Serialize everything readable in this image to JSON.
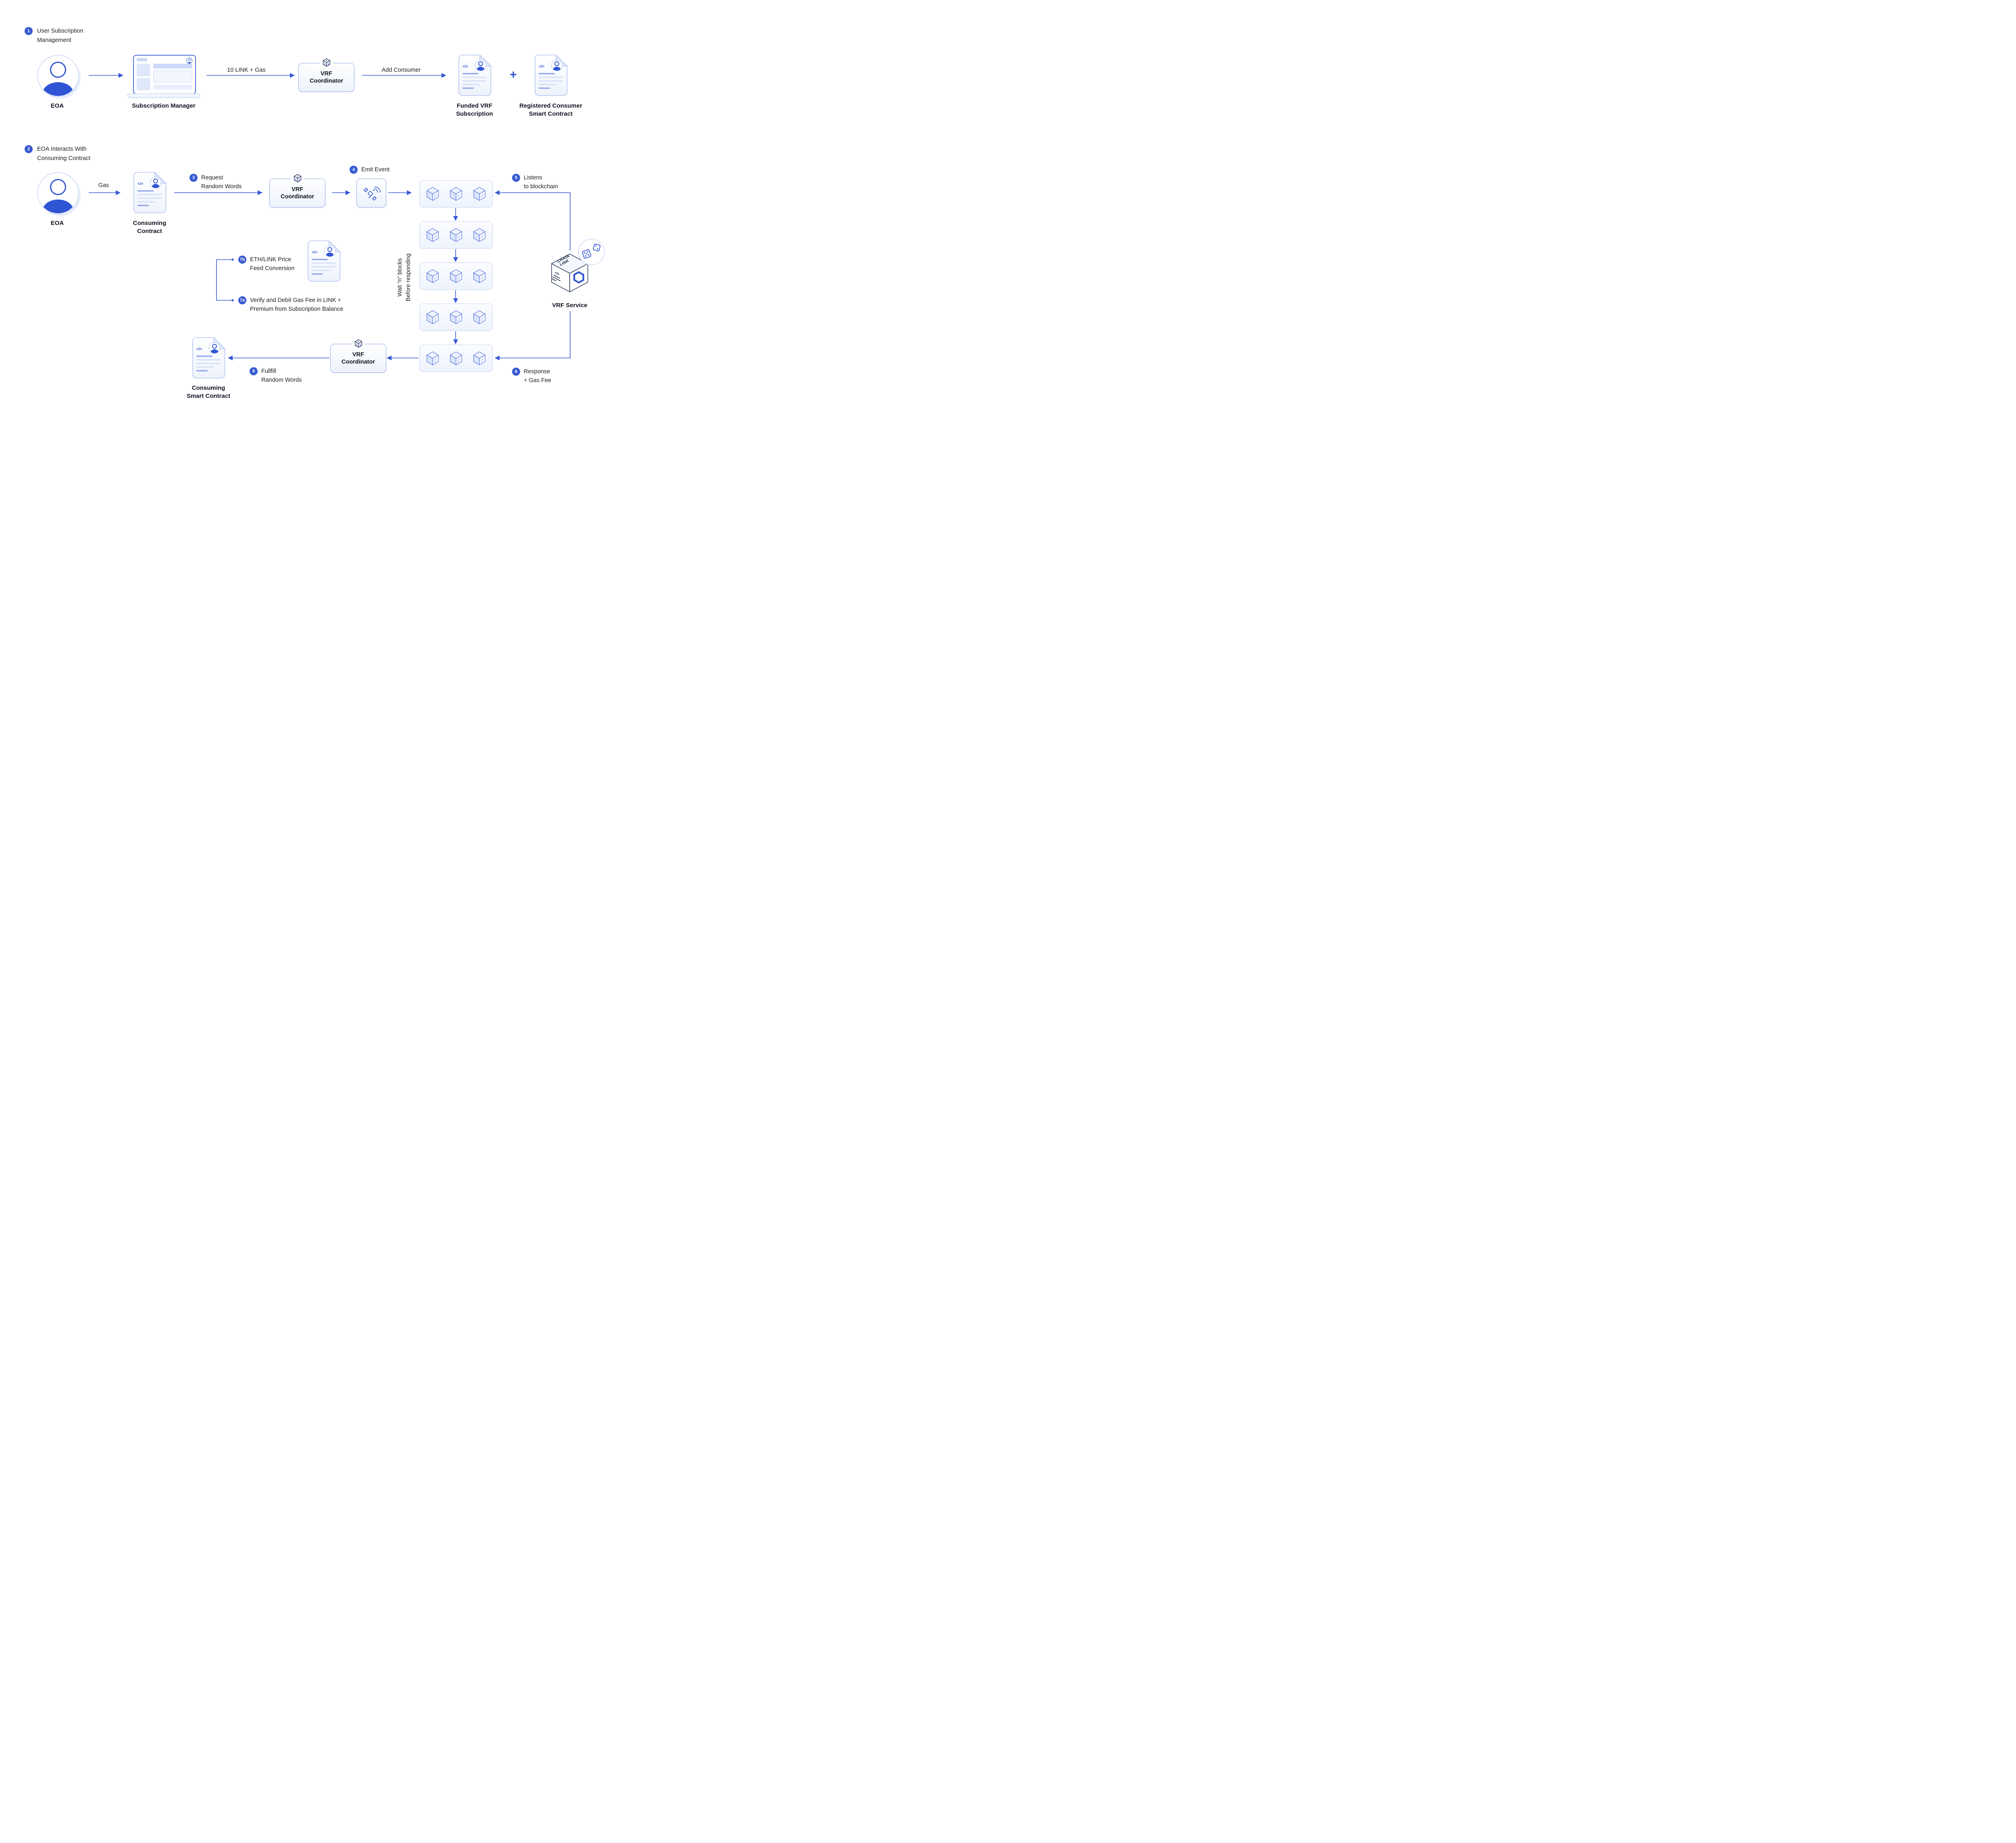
{
  "colors": {
    "accent": "#375BD2",
    "text": "#1b1f27"
  },
  "icons": {
    "code_glyph": "</>"
  },
  "section1": {
    "badge": "1",
    "title": [
      "User Subscription",
      "Management"
    ],
    "nodes": {
      "eoa": "EOA",
      "subscription_manager": "Subscription Manager",
      "vrf_coordinator": [
        "VRF",
        "Coordinator"
      ],
      "funded_subscription": [
        "Funded VRF",
        "Subscription"
      ],
      "plus": "+",
      "registered_consumer": [
        "Registered Consumer",
        "Smart Contract"
      ]
    },
    "edges": {
      "link_gas": "10 LINK + Gas",
      "add_consumer": "Add Consumer"
    }
  },
  "section2": {
    "badge": "2",
    "title": [
      "EOA Interacts With",
      "Consuming Contract"
    ],
    "nodes": {
      "eoa": "EOA",
      "consuming_contract": [
        "Consuming",
        "Contract"
      ],
      "vrf_coordinator_request": [
        "VRF",
        "Coordinator"
      ],
      "vrf_coordinator_fulfill": [
        "VRF",
        "Coordinator"
      ],
      "vrf_service": "VRF Service",
      "chainlink_cube": [
        "CHAIN",
        "LINK"
      ],
      "consuming_smart_contract": [
        "Consuming",
        "Smart Contract"
      ]
    },
    "edges": {
      "gas": "Gas"
    },
    "steps": {
      "s3": {
        "badge": "3",
        "label": [
          "Request",
          "Random Words"
        ]
      },
      "s4": {
        "badge": "4",
        "label": "Emit Event"
      },
      "s5": {
        "badge": "5",
        "label": [
          "Listens",
          "to blockchain"
        ]
      },
      "s6": {
        "badge": "6",
        "label": [
          "Response",
          "+ Gas Fee"
        ]
      },
      "s7a": {
        "badge": "7a",
        "label": [
          "Verify and Debit Gas Fee in LINK +",
          "Premium from Subscription Balance"
        ]
      },
      "s7b": {
        "badge": "7b",
        "label": [
          "ETH/LINK Price",
          "Feed Conversion"
        ]
      },
      "s8": {
        "badge": "8",
        "label": [
          "Fullfill",
          "Random Words"
        ]
      }
    },
    "notes": {
      "wait_blocks": [
        "Wait “n” blocks",
        "Before responding"
      ]
    }
  }
}
